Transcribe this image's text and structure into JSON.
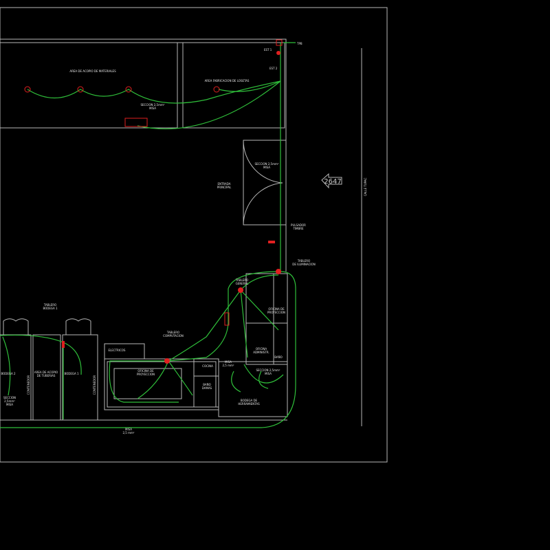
{
  "colors": {
    "background": "#000000",
    "walls": "#b8b8b8",
    "wiring": "#2fbf3a",
    "devices": "#e02020",
    "text": "#e6e6e6"
  },
  "labels": {
    "acopio_materiales": "AREA DE ACOPIO DE MATERIALES",
    "fabricacion_losetas": "AREA FABRICACION DE LOSETAS",
    "seccion_top": "SECCION 2,5mm²",
    "misa_top": "MISA",
    "est1": "EST 1",
    "est2": "EST 2",
    "tpb": "TPB",
    "seccion_entry": "SECCION 2,5mm²",
    "misa_entry": "MISA",
    "entrada": "ENTRADA",
    "principal": "PRINCIPAL",
    "street_number": "2647",
    "street_name": "CALLE TUPAC",
    "pulsador": "PULSADOR",
    "timbre": "TIMBRE",
    "tablero_ilum_1": "TABLERO",
    "tablero_ilum_2": "DE ILUMINACION",
    "tablero_gen_1": "TABLERO",
    "tablero_gen_2": "GENERAL",
    "of_proy_r1": "OFICINA DE",
    "of_proy_r2": "PROYECCION",
    "of_admin_1": "OFICINA",
    "of_admin_2": "ADMINISTR.",
    "bano": "BAÑO",
    "seccion_right": "SECCION 2,5mm²",
    "misa_right": "MISA",
    "bodega_herr_1": "BODEGA DE",
    "bodega_herr_2": "HERRAMIENTAS",
    "misa_mid": "MISA",
    "misa_mid_sec": "2,5 mm²",
    "tablero_comp_1": "TABLERO",
    "tablero_comp_2": "COMPUTACION",
    "electricos": "ELECTRICOS",
    "of_proy_c1": "OFICINA DE",
    "of_proy_c2": "PROYECCION",
    "cocina": "COCINA",
    "bano_damas_1": "BAÑO",
    "bano_damas_2": "DAMAS",
    "tablero_bod_1": "TABLERO",
    "tablero_bod_2": "BODEGA 1",
    "bodega2": "BODEGA 2",
    "acopio_tub_1": "AREA DE ACOPIO",
    "acopio_tub_2": "DE TUBERIAS",
    "bodega1": "BODEGA 1",
    "contenedor": "CONTENEDOR",
    "seccion_left": "SECCION",
    "seccion_left2": "2,5mm²",
    "misa_left": "MISA",
    "misa_bottom": "MISA",
    "misa_bottom_sec": "2,5 mm²"
  }
}
